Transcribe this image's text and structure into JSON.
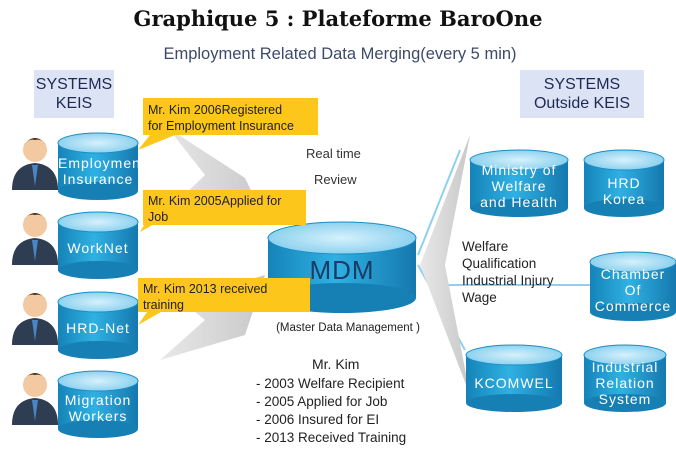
{
  "title": "Graphique 5 : Plateforme BaroOne",
  "subtitle": "Employment Related Data Merging(every 5 min)",
  "left_box": {
    "line1": "SYSTEMS",
    "line2": "KEIS"
  },
  "right_box": {
    "line1": "SYSTEMS",
    "line2": "Outside KEIS"
  },
  "left_dbs": [
    {
      "line1": "Employment",
      "line2": "Insurance"
    },
    {
      "line1": "WorkNet"
    },
    {
      "line1": "HRD-Net"
    },
    {
      "line1": "Migration",
      "line2": "Workers"
    }
  ],
  "callouts": [
    {
      "line1": "Mr. Kim 2006Registered",
      "line2": "for Employment Insurance"
    },
    {
      "line1": "Mr. Kim 2005Applied for",
      "line2": "Job"
    },
    {
      "line1": "Mr. Kim 2013 received",
      "line2": "training"
    }
  ],
  "realtime": {
    "line1": "Real time",
    "line2": "Review"
  },
  "mdm": {
    "label": "MDM",
    "caption": "(Master Data Management )"
  },
  "kim": {
    "name": "Mr. Kim",
    "items": [
      "- 2003 Welfare Recipient",
      "- 2005 Applied for Job",
      "- 2006 Insured for EI",
      "- 2013 Received Training"
    ]
  },
  "welfare_list": [
    "Welfare",
    "Qualification",
    "Industrial Injury",
    "Wage"
  ],
  "right_dbs": [
    {
      "line1": "Ministry of",
      "line2": "Welfare",
      "line3": "and Health"
    },
    {
      "line1": "HRD",
      "line2": "Korea"
    },
    {
      "line1": "Chamber",
      "line2": "Of",
      "line3": "Commerce"
    },
    {
      "line1": "KCOMWEL"
    },
    {
      "line1": "Industrial",
      "line2": "Relation",
      "line3": "System"
    }
  ],
  "colors": {
    "db_fill": "#1e9fd3",
    "db_top": "#8fd4f1",
    "callout": "#fcc61a",
    "sysbox": "#dce3f4",
    "chevron": "#d9d9d9"
  }
}
